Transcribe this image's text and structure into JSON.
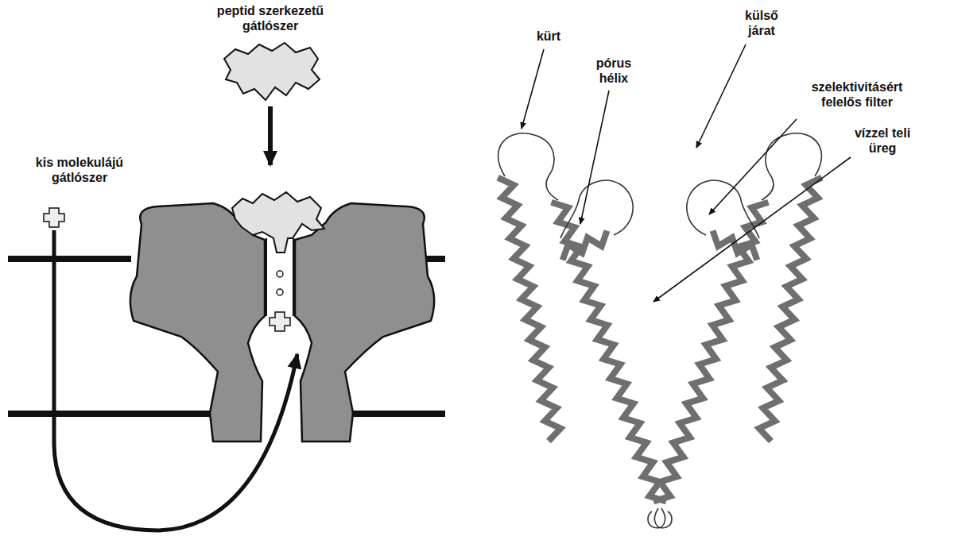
{
  "diagram": {
    "labels": [
      "peptid szerkezetű gátlószer",
      "kürt",
      "pórus hélix",
      "külső járat",
      "szelektivitásért felelős filter",
      "vízzel teli üreg",
      "kis molekulájú gátlószer"
    ]
  }
}
